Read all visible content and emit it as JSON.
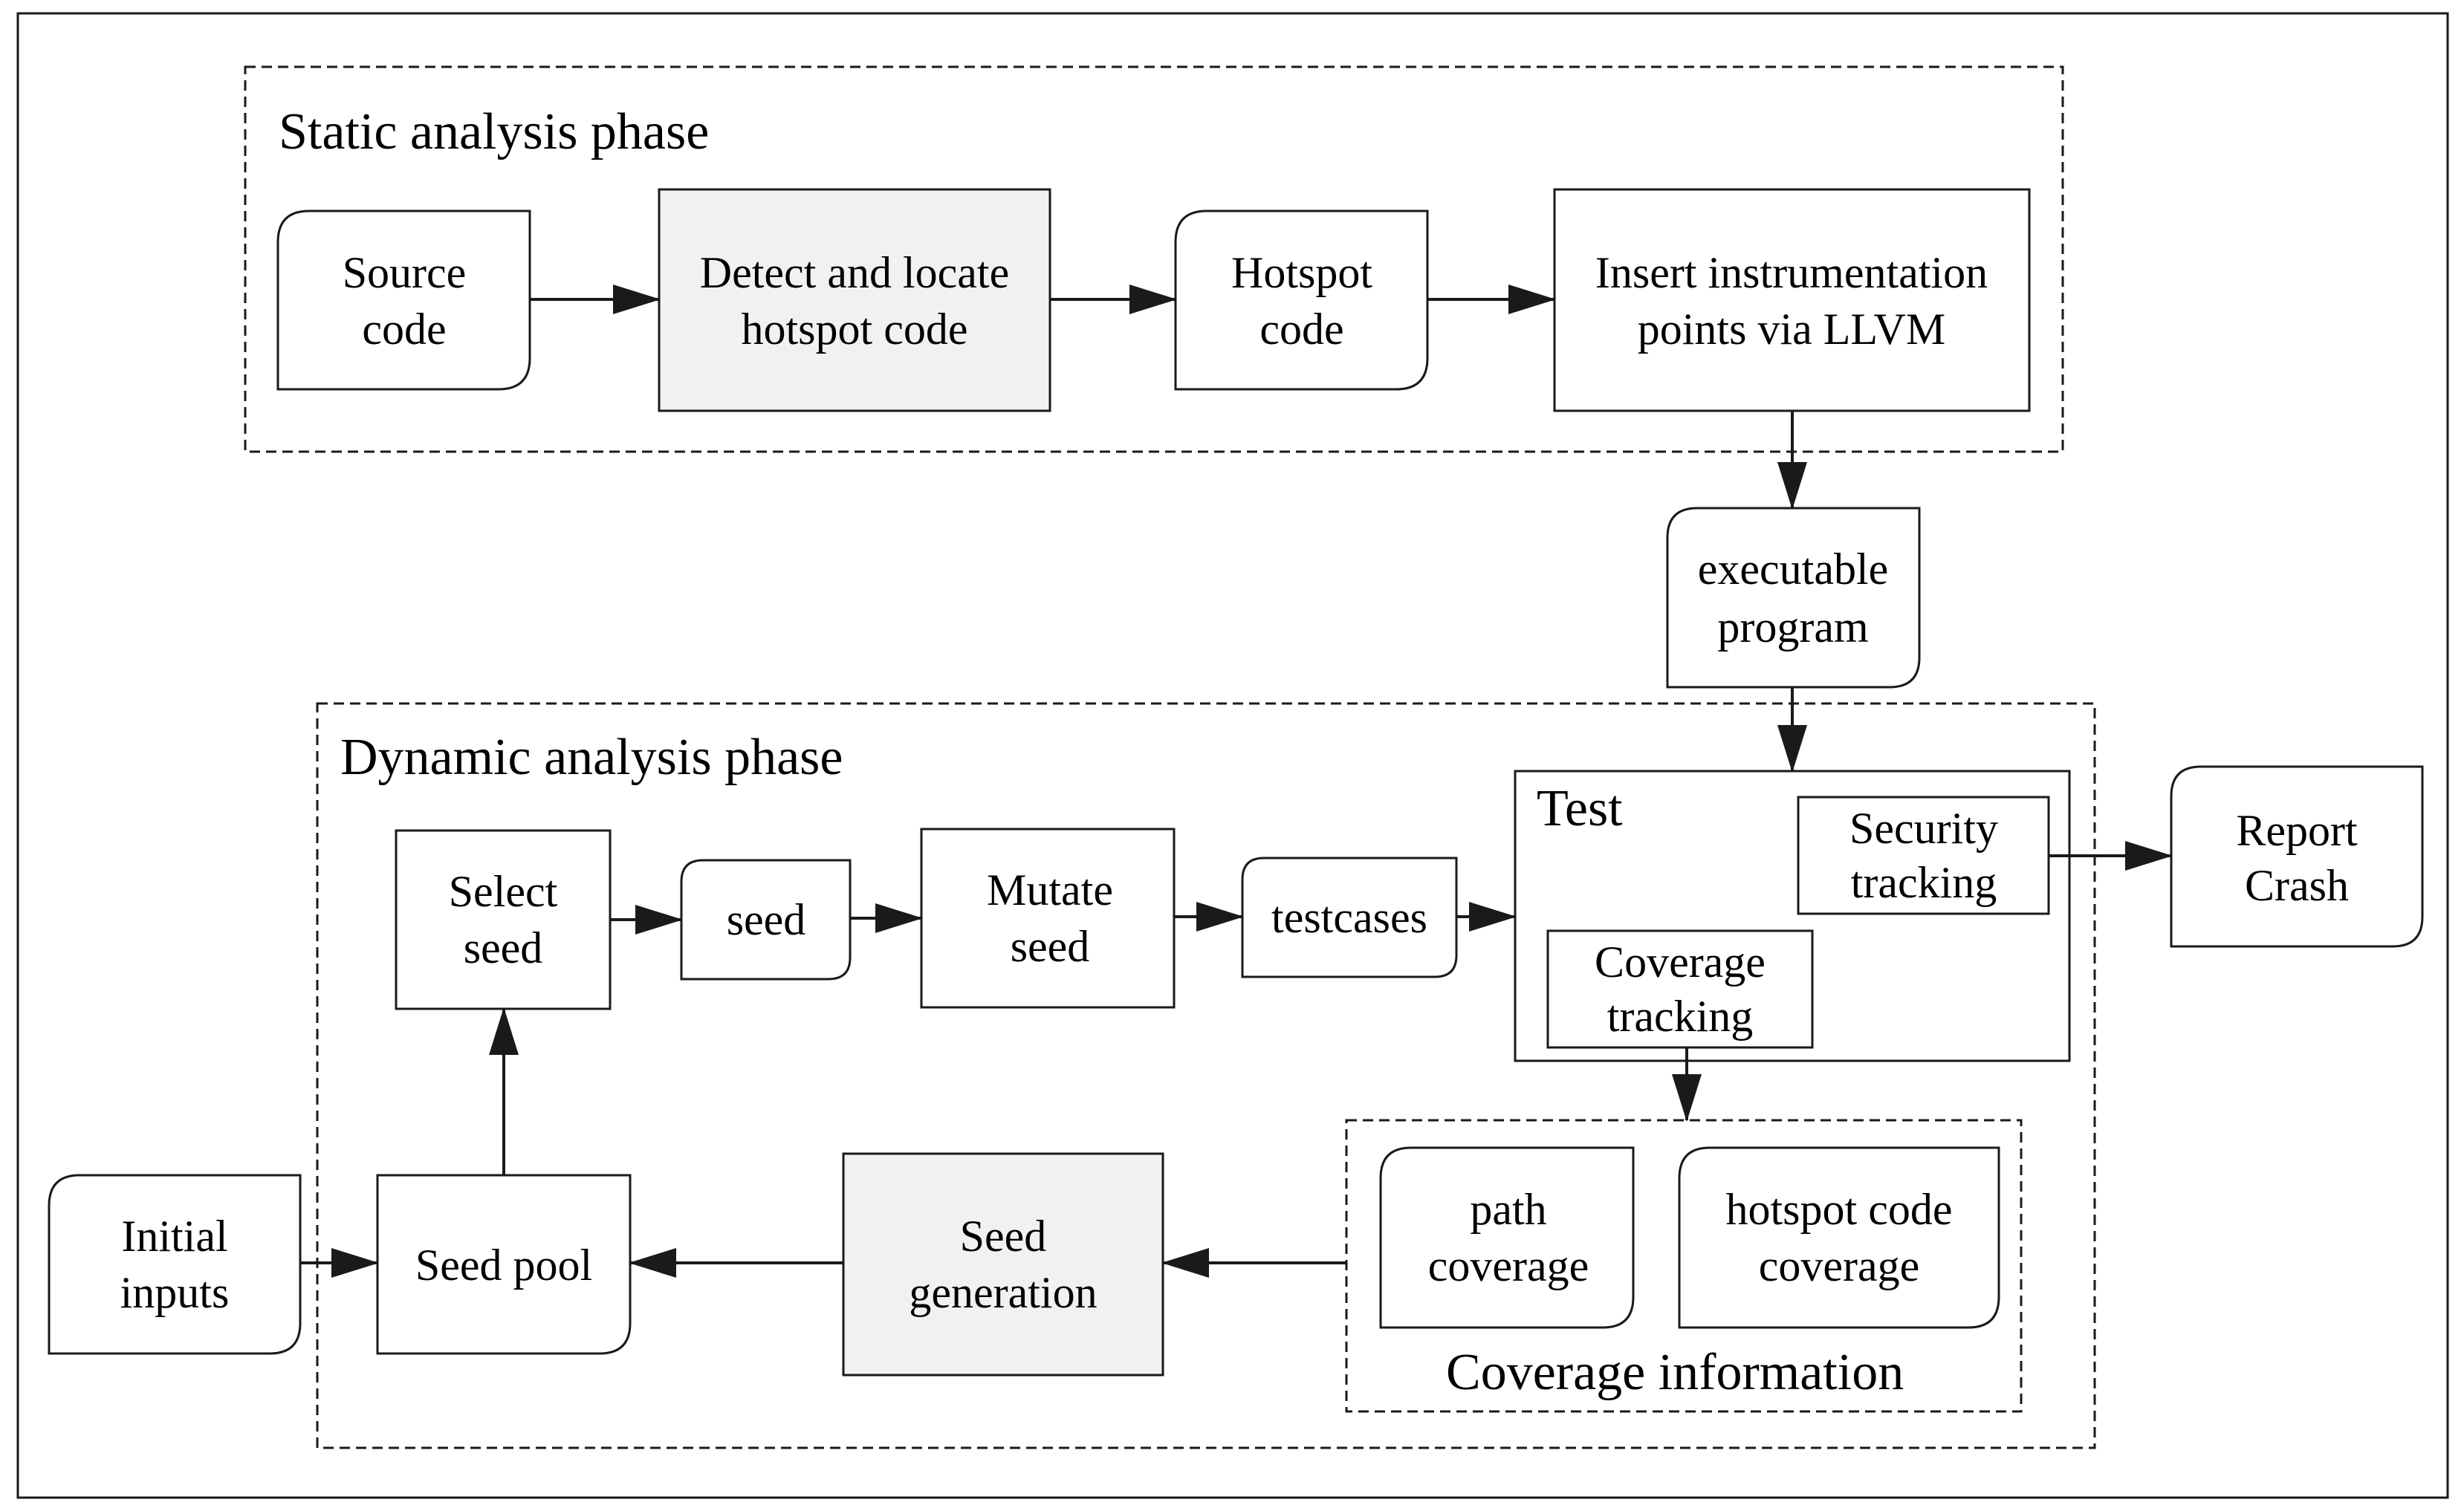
{
  "diagram": {
    "static_phase": {
      "title": "Static analysis phase",
      "source_code": [
        "Source",
        "code"
      ],
      "detect_hotspot": [
        "Detect and locate",
        "hotspot code"
      ],
      "hotspot_code": [
        "Hotspot",
        "code"
      ],
      "insert_instrumentation": [
        "Insert instrumentation",
        "points via LLVM"
      ]
    },
    "executable_program": [
      "executable",
      "program"
    ],
    "dynamic_phase": {
      "title": "Dynamic analysis phase",
      "select_seed": [
        "Select",
        "seed"
      ],
      "seed": "seed",
      "mutate_seed": [
        "Mutate",
        "seed"
      ],
      "testcases": "testcases",
      "test": {
        "title": "Test",
        "security_tracking": [
          "Security",
          "tracking"
        ],
        "coverage_tracking": [
          "Coverage",
          "tracking"
        ]
      },
      "coverage_information": {
        "title": "Coverage information",
        "path_coverage": [
          "path",
          "coverage"
        ],
        "hotspot_code_coverage": [
          "hotspot code",
          "coverage"
        ]
      },
      "seed_generation": [
        "Seed",
        "generation"
      ],
      "seed_pool": "Seed pool"
    },
    "initial_inputs": [
      "Initial",
      "inputs"
    ],
    "report_crash": [
      "Report",
      "Crash"
    ],
    "colors": {
      "line": "#1a1a1a",
      "highlight_fill": "#f1f1f1",
      "background": "#ffffff"
    }
  }
}
